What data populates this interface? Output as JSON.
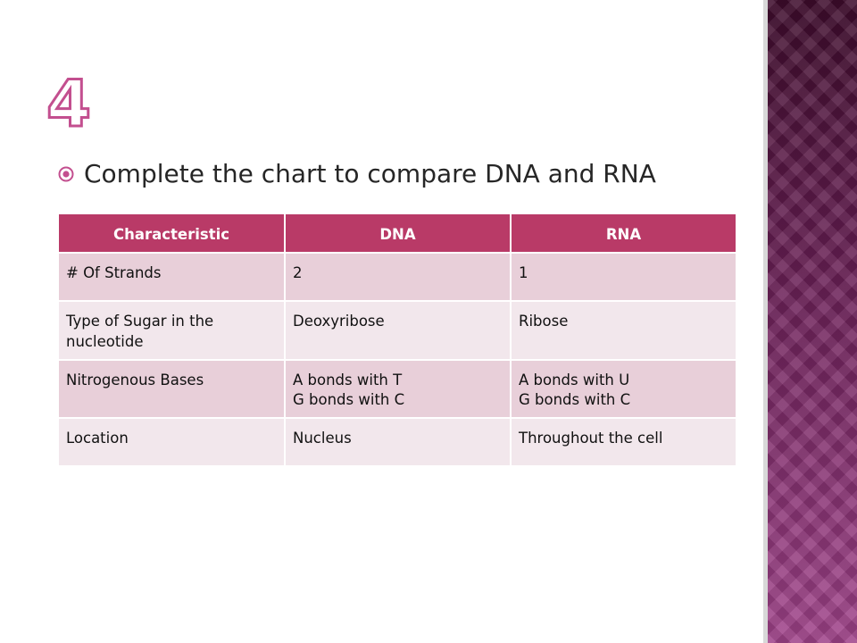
{
  "slide": {
    "title": "4",
    "bullet": "Complete the chart to compare DNA and RNA",
    "bullet_icon": "circled-dot-bullet-icon",
    "colors": {
      "accent": "#c34f8f",
      "table_header": "#b93a67",
      "row_odd": "#e8cfd9",
      "row_even": "#f2e7ec",
      "side_band": "#7a2a62"
    }
  },
  "table": {
    "headers": [
      "Characteristic",
      "DNA",
      "RNA"
    ],
    "rows": [
      {
        "characteristic": "# Of Strands",
        "dna": [
          "2"
        ],
        "rna": [
          "1"
        ]
      },
      {
        "characteristic": "Type of Sugar in the nucleotide",
        "dna": [
          "Deoxyribose"
        ],
        "rna": [
          "Ribose"
        ]
      },
      {
        "characteristic": "Nitrogenous Bases",
        "dna": [
          "A bonds with T",
          "G bonds with C"
        ],
        "rna": [
          "A bonds with U",
          "G bonds with C"
        ]
      },
      {
        "characteristic": "Location",
        "dna": [
          "Nucleus"
        ],
        "rna": [
          "Throughout the cell"
        ]
      }
    ]
  }
}
